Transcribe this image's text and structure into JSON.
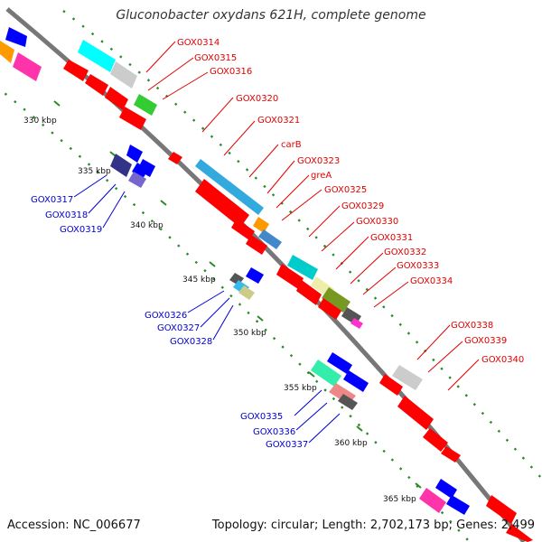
{
  "title": "Gluconobacter oxydans 621H, complete genome",
  "footer": {
    "accession": "Accession: NC_006677",
    "summary": "Topology: circular; Length: 2,702,173 bp; Genes: 2,499"
  },
  "colors": {
    "backbone": "#777777",
    "tick_dots": "#2a8a2a",
    "label_red": "#e00000",
    "label_blue": "#0000cc"
  },
  "kbp_labels": [
    "330 kbp",
    "335 kbp",
    "340 kbp",
    "345 kbp",
    "350 kbp",
    "355 kbp",
    "360 kbp",
    "365 kbp"
  ],
  "genes_forward": [
    {
      "name": "GOX0314",
      "color": "#00ffff"
    },
    {
      "name": "GOX0315",
      "color": "#cccccc"
    },
    {
      "name": "GOX0316",
      "color": "#33cc33"
    },
    {
      "name": "GOX0320",
      "color": "#ff0000"
    },
    {
      "name": "GOX0321",
      "color": "#33aadd"
    },
    {
      "name": "carB",
      "color": "#ff0000"
    },
    {
      "name": "GOX0323",
      "color": "#ff0000"
    },
    {
      "name": "greA",
      "color": "#ff9900"
    },
    {
      "name": "GOX0325",
      "color": "#4488cc"
    },
    {
      "name": "GOX0329",
      "color": "#00cccc"
    },
    {
      "name": "GOX0330",
      "color": "#ff0000"
    },
    {
      "name": "GOX0331",
      "color": "#eeeeaa"
    },
    {
      "name": "GOX0332",
      "color": "#779922"
    },
    {
      "name": "GOX0333",
      "color": "#555555"
    },
    {
      "name": "GOX0334",
      "color": "#ff33cc"
    },
    {
      "name": "GOX0338",
      "color": "#cccccc"
    },
    {
      "name": "GOX0339",
      "color": "#ff0000"
    },
    {
      "name": "GOX0340",
      "color": "#ff0000"
    }
  ],
  "genes_reverse": [
    {
      "name": "GOX0317",
      "color": "#333388"
    },
    {
      "name": "GOX0318",
      "color": "#0000ff"
    },
    {
      "name": "GOX0319",
      "color": "#7766cc"
    },
    {
      "name": "GOX0326",
      "color": "#555555"
    },
    {
      "name": "GOX0327",
      "color": "#33bbee"
    },
    {
      "name": "GOX0328",
      "color": "#cccc88"
    },
    {
      "name": "GOX0335",
      "color": "#33eeaa"
    },
    {
      "name": "GOX0336",
      "color": "#ee8888"
    },
    {
      "name": "GOX0337",
      "color": "#0000ff"
    }
  ]
}
